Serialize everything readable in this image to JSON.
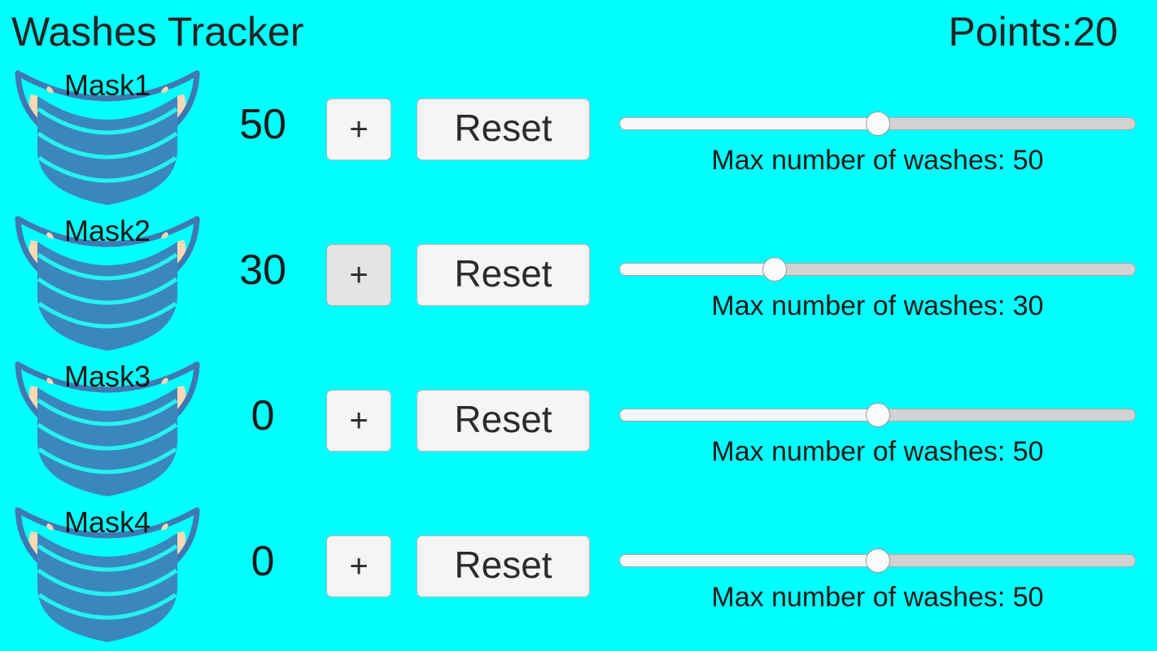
{
  "header": {
    "title": "Washes Tracker",
    "points_label": "Points:20",
    "points_prefix": "Points:",
    "points_value": 20
  },
  "colors": {
    "background": "#00FFFF",
    "mask_body": "#3a87bd",
    "mask_outline": "#3f79b2",
    "mask_pleat_line": "#24f2f2",
    "mask_ear": "#ffd9b3",
    "text": "#1a1a1a",
    "button_face": "#f5f5f5",
    "button_face_pressed": "#e4e4e4",
    "button_border": "#b9b9b9",
    "slider_track": "#d2d2d2",
    "slider_fill": "#f7f7f7",
    "slider_thumb": "#fbfbfb"
  },
  "slider": {
    "min": 0,
    "max": 100,
    "caption_prefix": "Max number of washes: "
  },
  "buttons": {
    "plus_label": "+",
    "reset_label": "Reset"
  },
  "rows": [
    {
      "mask_label": "Mask1",
      "count": "50",
      "plus_label": "+",
      "plus_pressed": false,
      "reset_label": "Reset",
      "max_washes": 50,
      "slider_percent": 50,
      "caption": "Max number of washes: 50"
    },
    {
      "mask_label": "Mask2",
      "count": "30",
      "plus_label": "+",
      "plus_pressed": true,
      "reset_label": "Reset",
      "max_washes": 30,
      "slider_percent": 30,
      "caption": "Max number of washes: 30"
    },
    {
      "mask_label": "Mask3",
      "count": "0",
      "plus_label": "+",
      "plus_pressed": false,
      "reset_label": "Reset",
      "max_washes": 50,
      "slider_percent": 50,
      "caption": "Max number of washes: 50"
    },
    {
      "mask_label": "Mask4",
      "count": "0",
      "plus_label": "+",
      "plus_pressed": false,
      "reset_label": "Reset",
      "max_washes": 50,
      "slider_percent": 50,
      "caption": "Max number of washes: 50"
    }
  ]
}
